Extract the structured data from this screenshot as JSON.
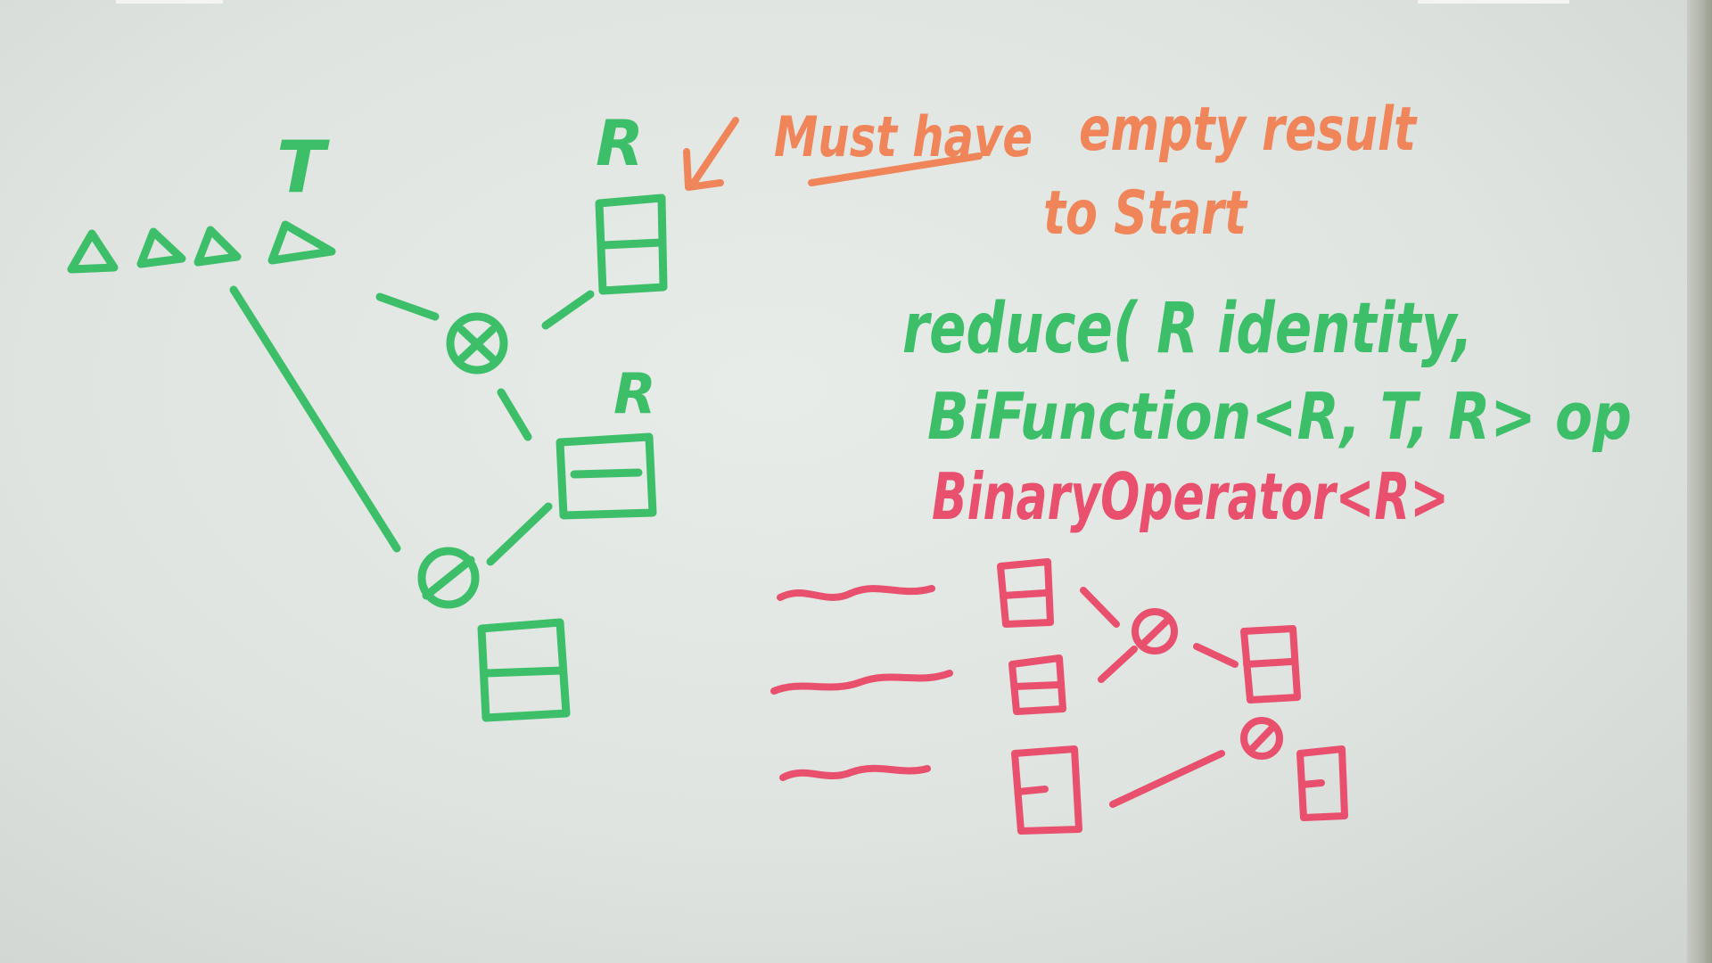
{
  "whiteboard": {
    "green_labels": {
      "t_label": "T",
      "r_label_top": "R",
      "r_label_mid": "R"
    },
    "note": {
      "line1_underlined": "Must have",
      "line1_rest": "empty result",
      "line2": "to Start"
    },
    "code": {
      "line1": "reduce( R identity,",
      "line2": "BiFunction<R, T, R> op",
      "line3": "BinaryOperator<R>"
    },
    "colors": {
      "green_marker": "#3dbf6a",
      "orange_marker": "#f0855a",
      "red_marker": "#e8506e"
    }
  }
}
